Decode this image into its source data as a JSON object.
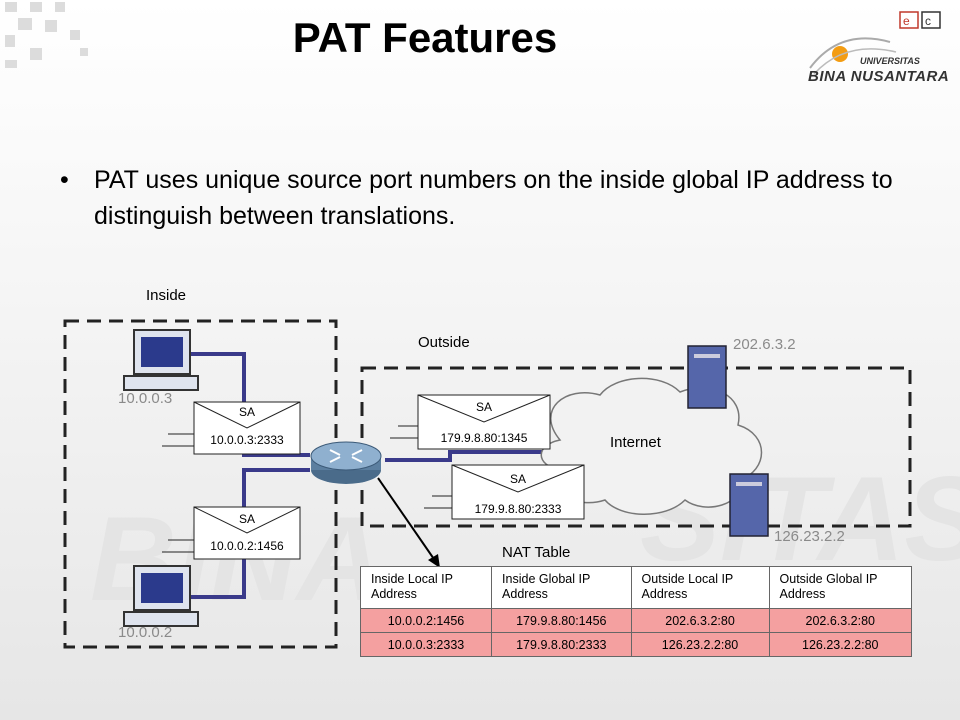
{
  "slide": {
    "title": "PAT Features",
    "bullet": "PAT uses unique source port numbers on the inside global IP address to distinguish between translations."
  },
  "logo": {
    "line1": "UNIVERSITAS",
    "line2": "BINA NUSANTARA"
  },
  "diagram": {
    "inside_label": "Inside",
    "outside_label": "Outside",
    "internet_label": "Internet",
    "hosts": {
      "top": "10.0.0.3",
      "bottom": "10.0.0.2"
    },
    "servers": {
      "top": "202.6.3.2",
      "bottom": "126.23.2.2"
    },
    "packets": [
      {
        "sa": "SA",
        "addr": "10.0.0.3:2333"
      },
      {
        "sa": "SA",
        "addr": "10.0.0.2:1456"
      },
      {
        "sa": "SA",
        "addr": "179.9.8.80:1345"
      },
      {
        "sa": "SA",
        "addr": "179.9.8.80:2333"
      }
    ]
  },
  "nat_table": {
    "title": "NAT Table",
    "headers": [
      "Inside Local IP Address",
      "Inside Global IP Address",
      "Outside Local IP Address",
      "Outside Global IP Address"
    ],
    "rows": [
      [
        "10.0.0.2:1456",
        "179.9.8.80:1456",
        "202.6.3.2:80",
        "202.6.3.2:80"
      ],
      [
        "10.0.0.3:2333",
        "179.9.8.80:2333",
        "126.23.2.2:80",
        "126.23.2.2:80"
      ]
    ]
  }
}
